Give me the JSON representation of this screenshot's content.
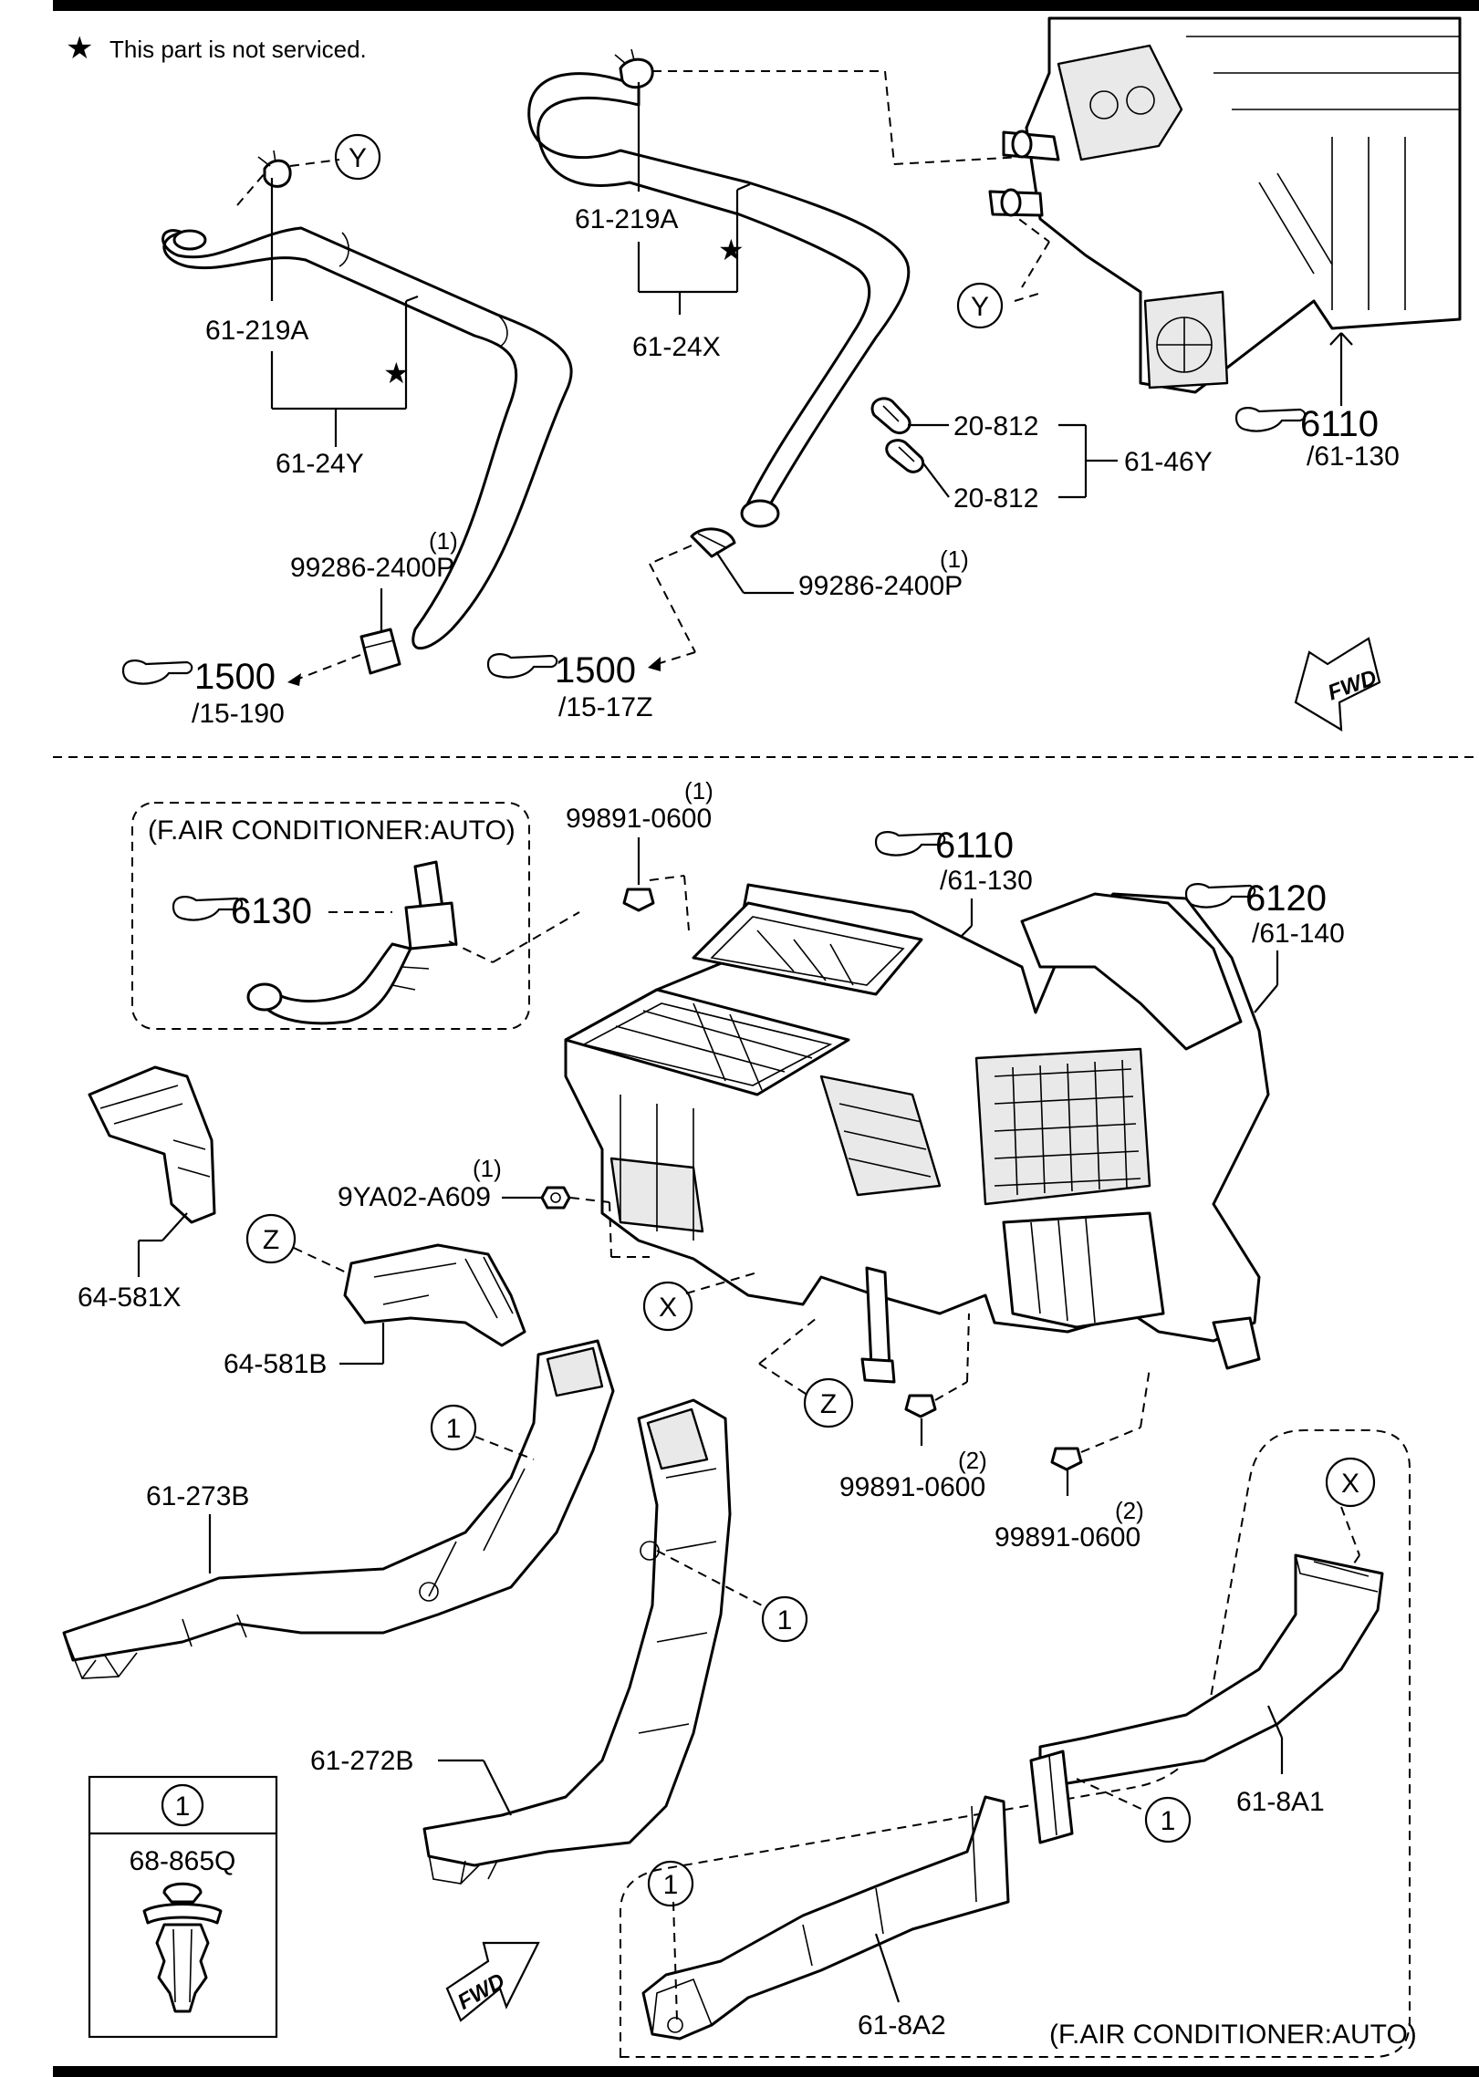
{
  "note": {
    "star": "★",
    "text": "This part is not serviced."
  },
  "top_section": {
    "hose_left": {
      "clamp": "61-219A",
      "hose": "61-24Y",
      "callout": "Y"
    },
    "hose_right": {
      "clamp": "61-219A",
      "hose": "61-24X",
      "callout": "Y"
    },
    "clip_left": {
      "part": "99286-2400P",
      "qty": "(1)"
    },
    "clip_right": {
      "part": "99286-2400P",
      "qty": "(1)"
    },
    "clamp_set": {
      "part_a": "20-812",
      "part_b": "20-812",
      "set": "61-46Y"
    },
    "ref_1500_left": {
      "num": "1500",
      "sub": "/15-190"
    },
    "ref_1500_right": {
      "num": "1500",
      "sub": "/15-17Z"
    },
    "ref_6110": {
      "num": "6110",
      "sub": "/61-130"
    },
    "fwd": "FWD"
  },
  "bottom_section": {
    "auto_box_top": {
      "title": "(F.AIR CONDITIONER:AUTO)",
      "ref": "6130"
    },
    "auto_box_bottom": {
      "title": "(F.AIR CONDITIONER:AUTO)"
    },
    "ref_6110": {
      "num": "6110",
      "sub": "/61-130"
    },
    "ref_6120": {
      "num": "6120",
      "sub": "/61-140"
    },
    "bolt_top": {
      "part": "99891-0600",
      "qty": "(1)"
    },
    "nut": {
      "part": "9YA02-A609",
      "qty": "(1)"
    },
    "bolt_mid": {
      "part": "99891-0600",
      "qty": "(2)"
    },
    "bolt_right": {
      "part": "99891-0600",
      "qty": "(2)"
    },
    "ducts": {
      "d1": "64-581X",
      "d2": "64-581B",
      "d3": "61-273B",
      "d4": "61-272B",
      "d5": "61-8A1",
      "d6": "61-8A2"
    },
    "callouts": {
      "x": "X",
      "z": "Z",
      "one": "1"
    },
    "legend": {
      "key": "1",
      "part": "68-865Q"
    },
    "fwd": "FWD"
  }
}
